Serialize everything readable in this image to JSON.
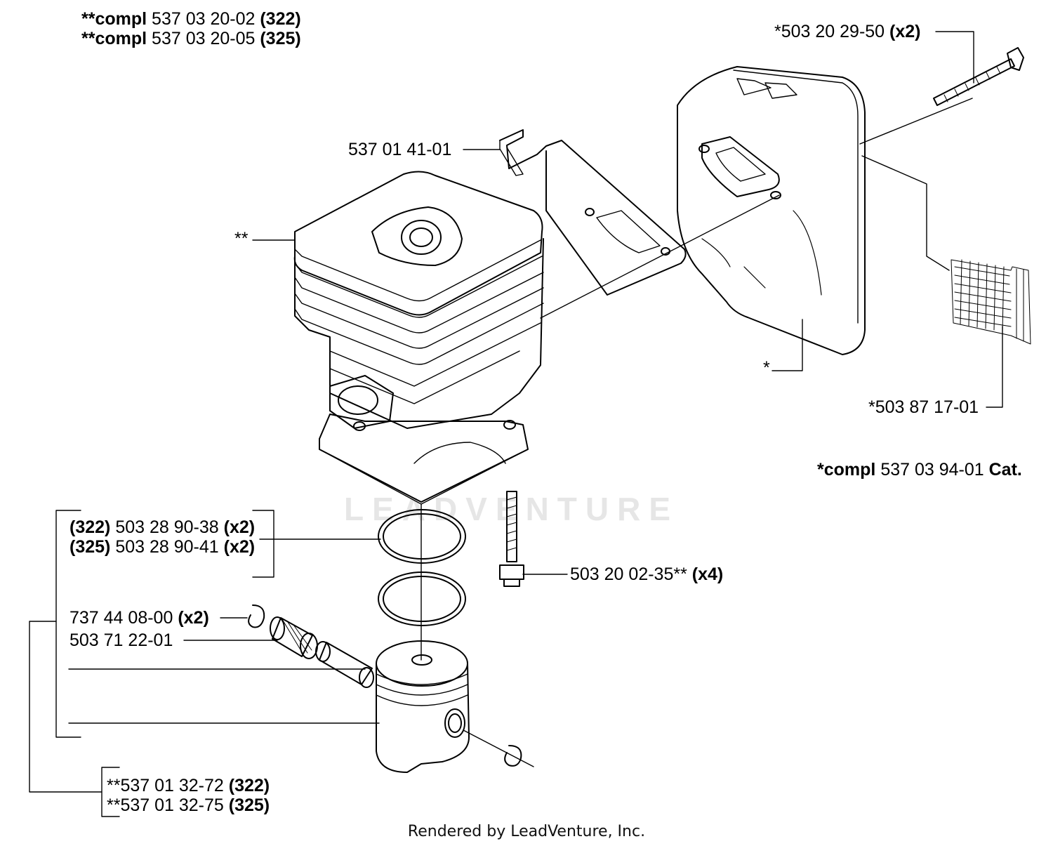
{
  "header": {
    "line1": {
      "prefix": "**compl",
      "part": "537 03 20-02",
      "model": "(322)"
    },
    "line2": {
      "prefix": "**compl",
      "part": "537 03 20-05",
      "model": "(325)"
    }
  },
  "callouts": {
    "bolt_long": {
      "part": "*503 20 29-50",
      "qty": "(x2)"
    },
    "bracket": {
      "part": "537 01 41-01"
    },
    "cylinder": {
      "mark": "**"
    },
    "muffler": {
      "mark": "*"
    },
    "screen": {
      "part": "*503 87 17-01"
    },
    "muffler_kit": {
      "prefix": "*compl",
      "part": "537 03 94-01",
      "suffix": "Cat."
    },
    "ring_322": {
      "model": "(322)",
      "part": "503 28 90-38",
      "qty": "(x2)"
    },
    "ring_325": {
      "model": "(325)",
      "part": "503 28 90-41",
      "qty": "(x2)"
    },
    "screw": {
      "part": "503 20 02-35**",
      "qty": "(x4)"
    },
    "circlip": {
      "part": "737 44 08-00",
      "qty": "(x2)"
    },
    "bearing": {
      "part": "503 71 22-01"
    },
    "piston_322": {
      "part": "**537 01 32-72",
      "model": "(322)"
    },
    "piston_325": {
      "part": "**537 01 32-75",
      "model": "(325)"
    }
  },
  "watermark": "LEADVENTURE",
  "footer": "Rendered by LeadVenture, Inc."
}
